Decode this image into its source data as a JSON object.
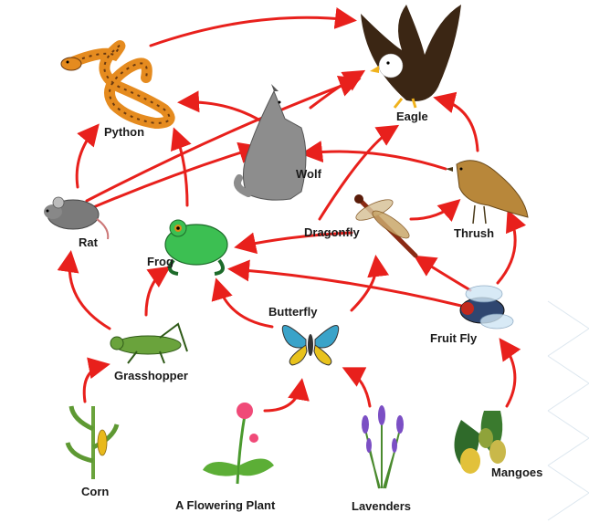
{
  "diagram": {
    "organisms": [
      {
        "id": "eagle",
        "label": "Eagle"
      },
      {
        "id": "python",
        "label": "Python"
      },
      {
        "id": "wolf",
        "label": "Wolf"
      },
      {
        "id": "rat",
        "label": "Rat"
      },
      {
        "id": "frog",
        "label": "Frog"
      },
      {
        "id": "dragonfly",
        "label": "Dragonfly"
      },
      {
        "id": "thrush",
        "label": "Thrush"
      },
      {
        "id": "butterfly",
        "label": "Butterfly"
      },
      {
        "id": "fruitfly",
        "label": "Fruit Fly"
      },
      {
        "id": "grasshopper",
        "label": "Grasshopper"
      },
      {
        "id": "corn",
        "label": "Corn"
      },
      {
        "id": "flowering_plant",
        "label": "A Flowering Plant"
      },
      {
        "id": "lavenders",
        "label": "Lavenders"
      },
      {
        "id": "mangoes",
        "label": "Mangoes"
      }
    ],
    "arrow_color": "#e8201c"
  }
}
